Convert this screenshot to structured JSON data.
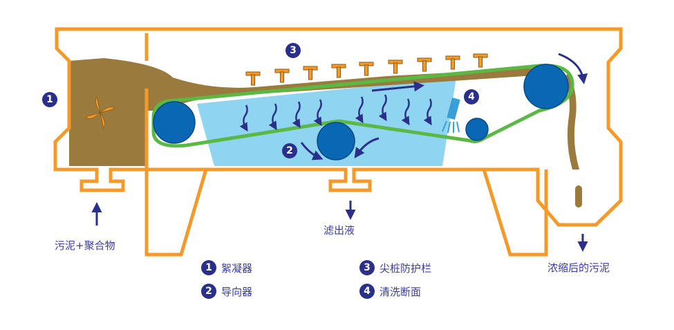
{
  "badges": {
    "flocculator": "1",
    "guide": "2",
    "spike_guard": "3",
    "cleaning": "4"
  },
  "labels": {
    "inlet": "污泥+聚合物",
    "filtrate": "滤出液",
    "outlet": "浓缩后的污泥"
  },
  "legend": [
    {
      "num": "1",
      "text": "絮凝器"
    },
    {
      "num": "2",
      "text": "导向器"
    },
    {
      "num": "3",
      "text": "尖桩防护栏"
    },
    {
      "num": "4",
      "text": "清洗断面"
    }
  ],
  "colors": {
    "frame": "#f49a2a",
    "sludge": "#9b7b3d",
    "filtrate": "#8fd4f0",
    "roller": "#0a67b3",
    "belt": "#5cb845",
    "arrow": "#2a2f8a",
    "nozzle": "#3a9fd8"
  }
}
